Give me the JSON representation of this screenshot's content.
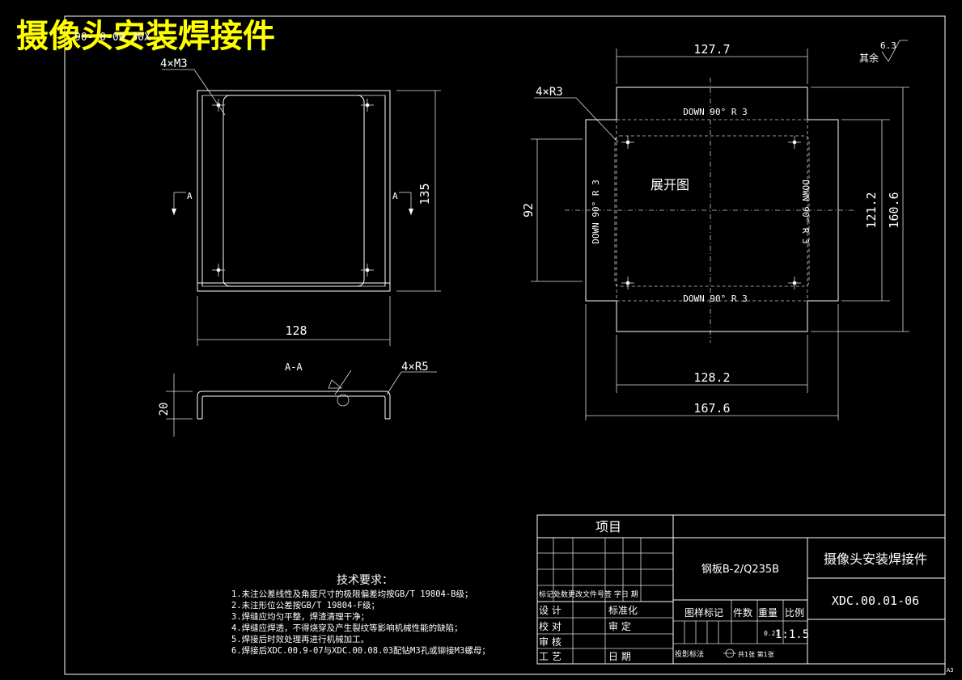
{
  "drawing": {
    "title": "摄像头安装焊接件",
    "subtitle": "90- 0-00 30X"
  },
  "front_view": {
    "holes_label": "4×M3",
    "section_label_left": "A",
    "section_label_right": "A",
    "height": "135",
    "width": "128"
  },
  "section_view": {
    "label": "A-A",
    "radius_label": "4×R5",
    "height": "20"
  },
  "flat_pattern": {
    "label": "展开图",
    "corner_label": "4×R3",
    "top_note": "DOWN  90°  R 3",
    "bottom_note": "DOWN  90°  R 3",
    "left_note": "DOWN  90°  R 3",
    "right_note": "DOWN  90°  R 3",
    "dim_top": "127.7",
    "dim_inner_bottom": "128.2",
    "dim_outer_bottom": "167.6",
    "dim_left": "92",
    "dim_right_inner": "121.2",
    "dim_right_outer": "160.6"
  },
  "roughness": {
    "value": "6.3",
    "label": "其余"
  },
  "tech_requirements": {
    "heading": "技术要求：",
    "items": [
      "1.未注公差线性及角度尺寸的极限偏差均按GB/T 19804-B级；",
      "2.未注形位公差按GB/T 19804-F级；",
      "3.焊缝应均匀平整，焊渣清理干净；",
      "4.焊缝应焊透，不得烧穿及产生裂纹等影响机械性能的缺陷；",
      "5.焊接后时效处理再进行机械加工。",
      "6.焊接后XDC.00.9-07与XDC.00.08.03配钻M3孔或铆接M3螺母；"
    ]
  },
  "title_block": {
    "project_label": "项目",
    "material": "钢板B-2/Q235B",
    "part_name": "摄像头安装焊接件",
    "drawing_no": "XDC.00.01-06",
    "rev_header": "标记处数更改文件号签  字日  期",
    "design": "设  计",
    "standard": "标准化",
    "check": "校  对",
    "review": "审  定",
    "audit": "审  核",
    "process": "工  艺",
    "date": "日  期",
    "col_mark": "图样标记",
    "col_qty": "件数",
    "col_weight": "重量",
    "col_scale": "比例",
    "weight": "0.21",
    "scale": "1:1.5",
    "projection": "投影标法",
    "sheets": "共1张 第1张"
  },
  "sheet_size": "A3"
}
